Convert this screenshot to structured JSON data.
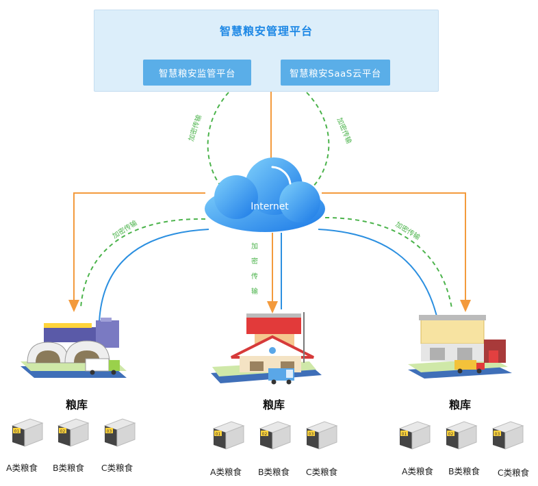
{
  "platform": {
    "title": "智慧粮安管理平台",
    "sub_left": "智慧粮安监管平台",
    "sub_right": "智慧粮安SaaS云平台"
  },
  "cloud_label": "Internet",
  "encrypt_label": "加密传输",
  "encrypt_vertical": [
    "加",
    "密",
    "传",
    "输"
  ],
  "warehouse_title": "粮库",
  "box_numbers": [
    "01",
    "02",
    "03"
  ],
  "grain_labels": [
    "A类粮食",
    "B类粮食",
    "C类粮食"
  ],
  "colors": {
    "orange": "#f39a3c",
    "green_dashed": "#4bb34b",
    "blue_line": "#2b8fe0",
    "panel_bg": "#dceefa",
    "button_bg": "#5aaee8"
  }
}
